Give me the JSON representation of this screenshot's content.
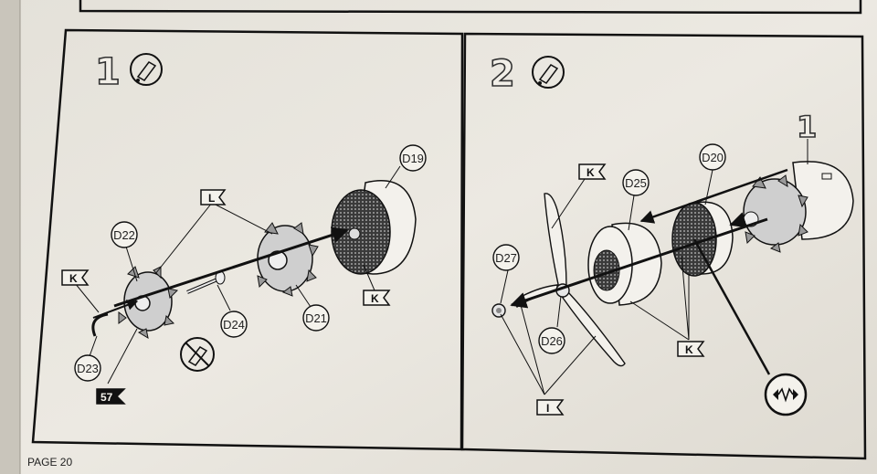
{
  "page": {
    "footer": "PAGE 20"
  },
  "step1": {
    "number": "1",
    "parts": {
      "d19": "D19",
      "d21": "D21",
      "d22": "D22",
      "d23": "D23",
      "d24": "D24"
    },
    "flags": {
      "k_top": "K",
      "k_bottom": "K",
      "l_top": "L"
    },
    "ref_tag": "57"
  },
  "step2": {
    "number": "2",
    "parts": {
      "d20": "D20",
      "d25": "D25",
      "d26": "D26",
      "d27": "D27"
    },
    "flags": {
      "k_left": "K",
      "k_bottom": "K",
      "i_bottom": "I"
    },
    "subassembly_number": "1"
  },
  "icons": [
    "glue-tube-icon",
    "no-glue-icon",
    "movable-part-icon"
  ]
}
